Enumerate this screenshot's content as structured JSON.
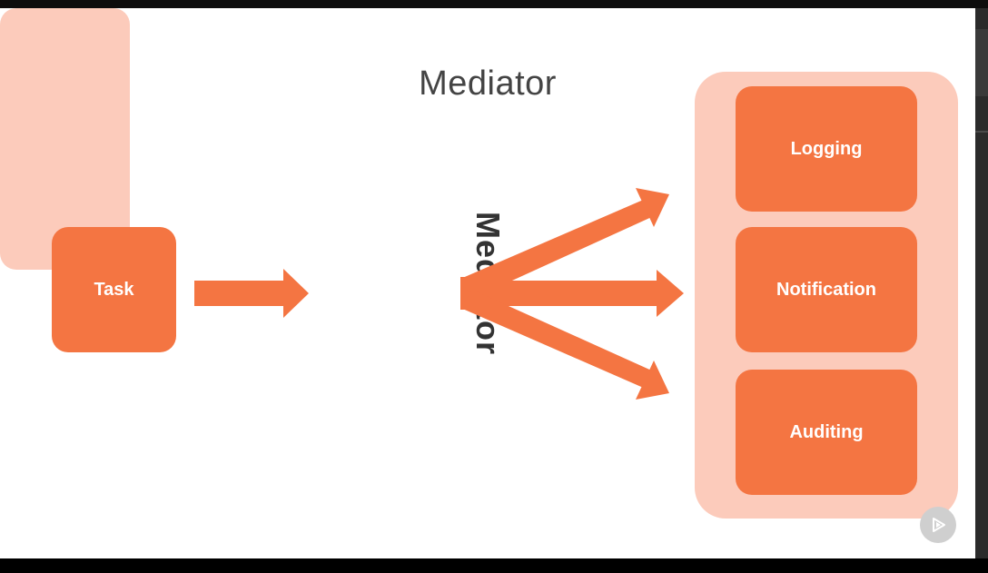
{
  "slide": {
    "title": "Mediator"
  },
  "nodes": {
    "task": "Task",
    "mediator": "Mediator",
    "logging": "Logging",
    "notification": "Notification",
    "auditing": "Auditing"
  },
  "colors": {
    "accent": "#f47542",
    "accent_light": "#fccbbb",
    "title_text": "#444444",
    "mediator_text": "#333333"
  },
  "icons": {
    "play": "play-icon"
  }
}
